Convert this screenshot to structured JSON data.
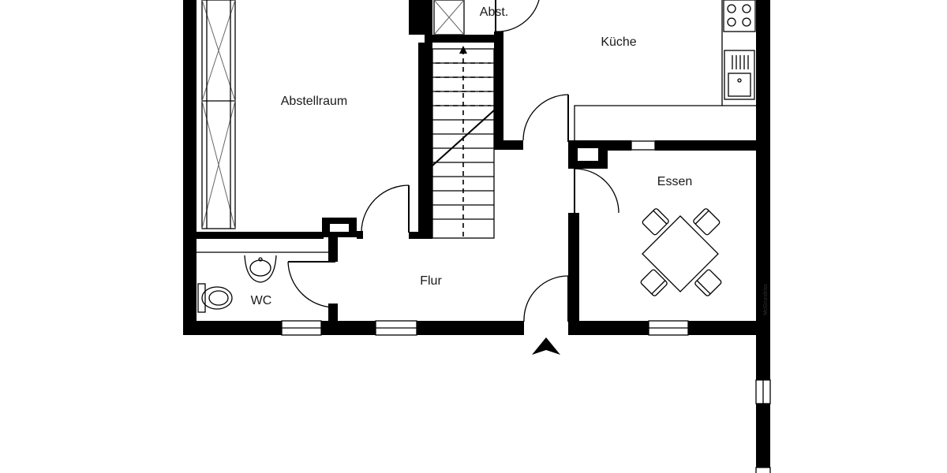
{
  "rooms": {
    "abstellraum": "Abstellraum",
    "abst": "Abst.",
    "kueche": "Küche",
    "essen": "Essen",
    "flur": "Flur",
    "wc": "WC"
  },
  "watermark": "McGrundriss",
  "colors": {
    "wall": "#000000",
    "background": "#ffffff",
    "furniture_stroke": "#000000"
  },
  "icons": [
    "entrance-arrow-icon",
    "stove-icon",
    "kitchen-sink-icon",
    "washbasin-icon",
    "toilet-icon",
    "dining-table-icon",
    "chair-icon",
    "staircase-icon"
  ]
}
